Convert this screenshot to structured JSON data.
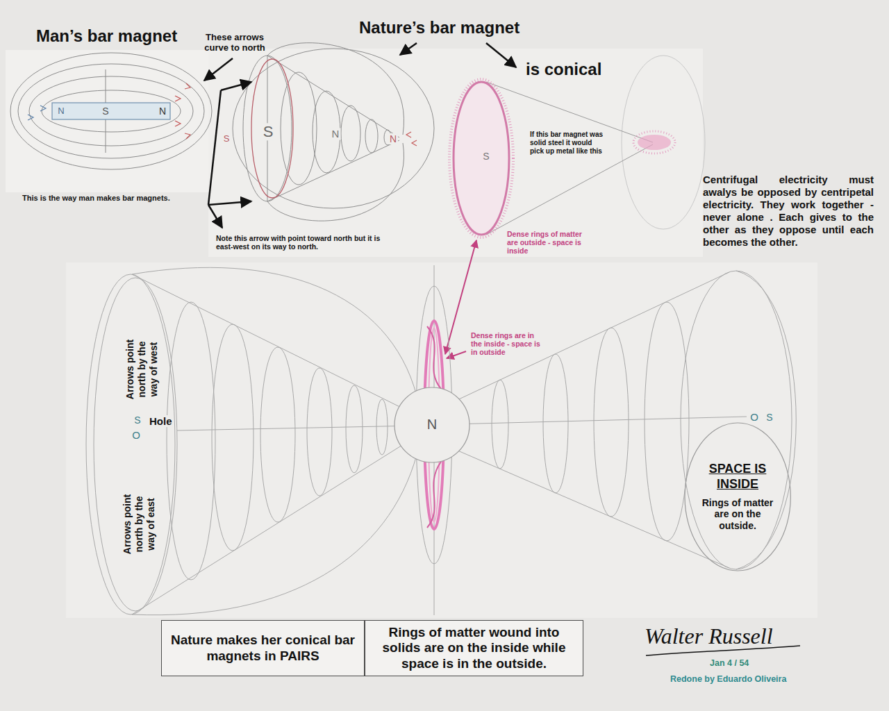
{
  "diagram": {
    "nodes": [
      {
        "text": [
          "Nature makes her conical bar magnets in PAIRS"
        ]
      },
      {
        "text": [
          "Rings of matter wound into solids are on the inside while space is in the outside."
        ]
      },
      {
        "text": [
          "N"
        ]
      },
      {
        "text": [
          "SPACE IS INSIDE",
          "Rings of matter are on the outside."
        ]
      }
    ],
    "labels": [
      "Man’s bar magnet",
      "These arrows curve to north",
      "Nature’s bar magnet",
      "is conical",
      "N",
      "S",
      "N",
      "This is the way man makes bar magnets.",
      "S",
      "S",
      "N",
      "N",
      "Note this arrow with point toward north but it is east-west on its way to north.",
      "S",
      "If this bar magnet was solid steel it would pick up metal like this",
      "Dense rings of matter are outside - space is inside",
      "Centrifugal electricity must awalys be opposed by centripetal electricity. They work together - never alone . Each gives to the other as they oppose until each becomes the other.",
      "Dense rings are in the inside - space is in outside",
      "Arrows point north by the way of west",
      "S",
      "Hole",
      "O",
      "Arrows point north by the way of east",
      "O",
      "S",
      "Walter Russell",
      "Jan 4 / 54",
      "Redone by Eduardo Oliveira"
    ]
  }
}
